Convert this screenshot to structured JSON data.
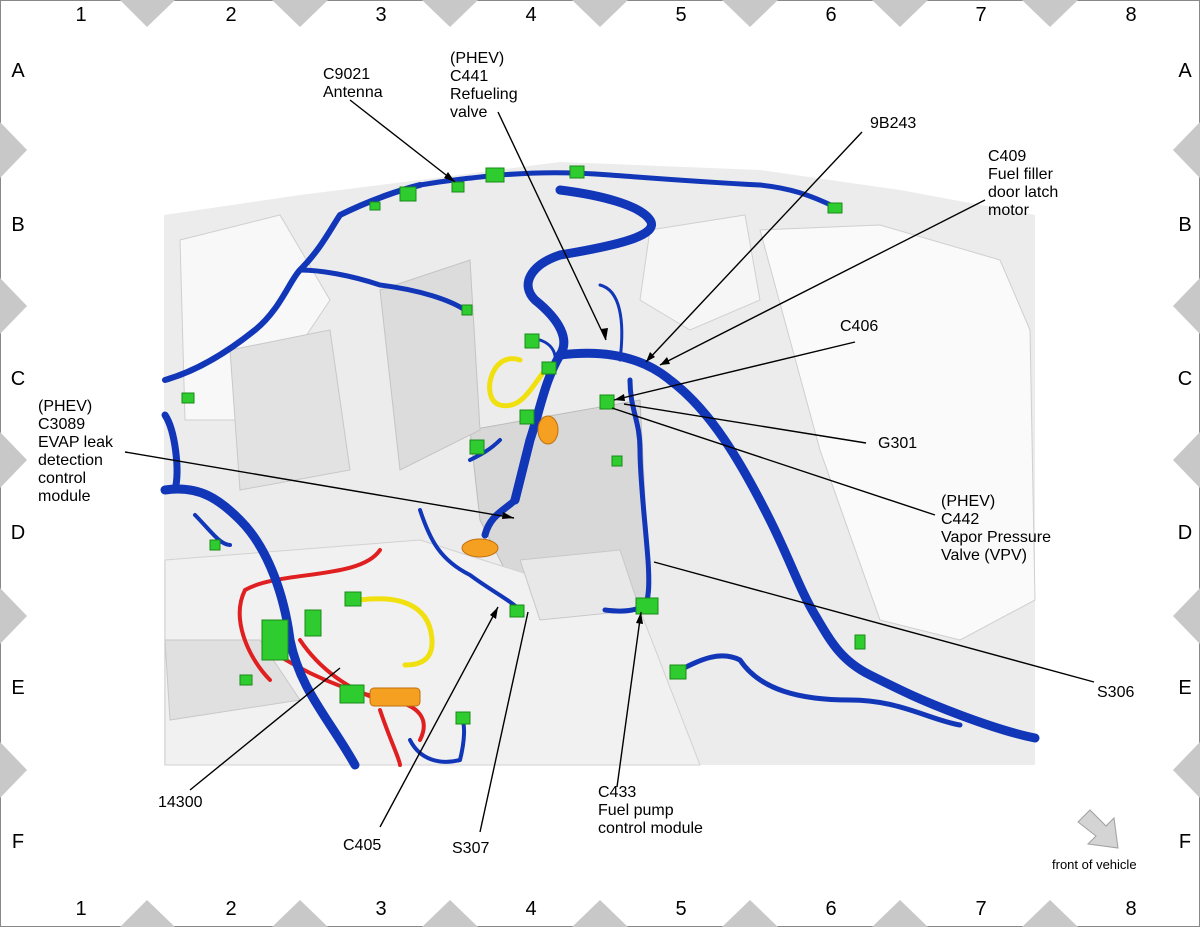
{
  "grid": {
    "columns": [
      "1",
      "2",
      "3",
      "4",
      "5",
      "6",
      "7",
      "8"
    ],
    "rows": [
      "A",
      "B",
      "C",
      "D",
      "E",
      "F"
    ]
  },
  "labels": {
    "c9021": "C9021\nAntenna",
    "c441": "(PHEV)\nC441\nRefueling\nvalve",
    "b9243": "9B243",
    "c409": "C409\nFuel filler\ndoor latch\nmotor",
    "c406": "C406",
    "c3089": "(PHEV)\nC3089\nEVAP leak\ndetection\ncontrol\nmodule",
    "g301": "G301",
    "c442": "(PHEV)\nC442\nVapor Pressure\nValve (VPV)",
    "s306": "S306",
    "n14300": "14300",
    "c405": "C405",
    "s307": "S307",
    "c433": "C433\nFuel pump\ncontrol module"
  },
  "front_of_vehicle": "front of vehicle",
  "colors": {
    "harness": "#1236b8",
    "connector": "#2ecc2e",
    "red_wire": "#e02020",
    "yellow_wire": "#f0e010",
    "orange": "#f5a020",
    "body_panel": "#e6e6e6",
    "marker": "#c8c8c8"
  }
}
